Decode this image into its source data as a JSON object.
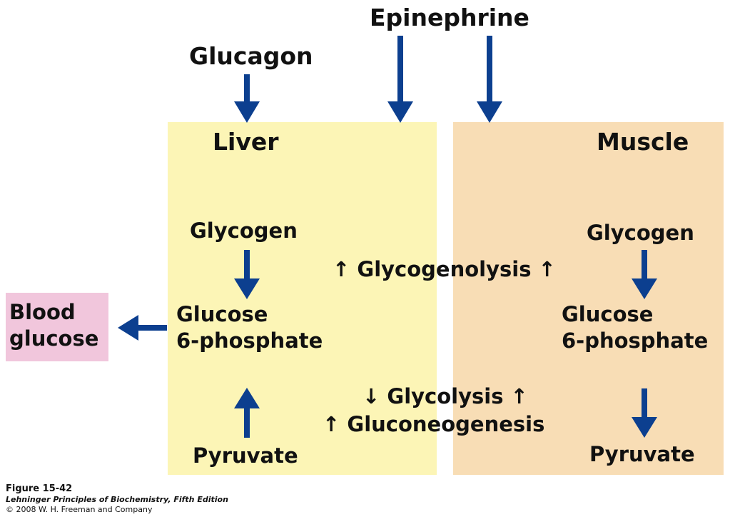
{
  "colors": {
    "arrow": "#0c3f8f",
    "liver_bg": "#fcf5b6",
    "muscle_bg": "#f8ddb5",
    "blood_bg": "#f1c6dc"
  },
  "hormones": {
    "glucagon": "Glucagon",
    "epinephrine": "Epinephrine"
  },
  "liver": {
    "title": "Liver",
    "glycogen": "Glycogen",
    "g6p_line1": "Glucose",
    "g6p_line2": "6-phosphate",
    "pyruvate": "Pyruvate"
  },
  "muscle": {
    "title": "Muscle",
    "glycogen": "Glycogen",
    "g6p_line1": "Glucose",
    "g6p_line2": "6-phosphate",
    "pyruvate": "Pyruvate"
  },
  "blood": {
    "line1": "Blood",
    "line2": "glucose"
  },
  "processes": {
    "glycogenolysis": "↑ Glycogenolysis ↑",
    "glycolysis": "↓ Glycolysis ↑",
    "gluconeogenesis": "↑ Gluconeogenesis"
  },
  "caption": {
    "figure": "Figure 15-42",
    "book": "Lehninger Principles of Biochemistry, Fifth Edition",
    "copyright": "© 2008 W. H. Freeman and Company"
  }
}
